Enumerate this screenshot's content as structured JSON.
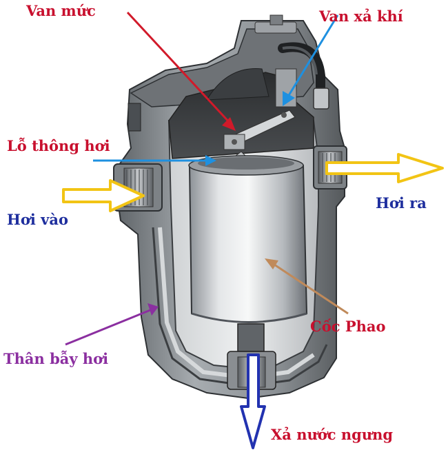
{
  "labels": {
    "van_muc": "Van mức",
    "van_xa_khi": "Van xả khí",
    "lo_thong_hoi": "Lỗ thông hơi",
    "hoi_ra": "Hơi ra",
    "hoi_vao": "Hơi vào",
    "coc_phao": "Cốc Phao",
    "than_bay_hoi": "Thân bẫy hơi",
    "xa_nuoc_ngung": "Xả nước ngưng"
  },
  "colors": {
    "label_red": "#c8102e",
    "label_blue": "#1f2f9e",
    "label_purple": "#8b2fa0",
    "arrow_red": "#d11a2a",
    "arrow_blue": "#1e90e0",
    "arrow_yellow": "#f2c414",
    "arrow_purple": "#8b2fa0",
    "arrow_brown": "#c08a5a",
    "arrow_navy": "#2232b0",
    "body_gray": "#8a8f94",
    "body_dark": "#3a3d40"
  }
}
